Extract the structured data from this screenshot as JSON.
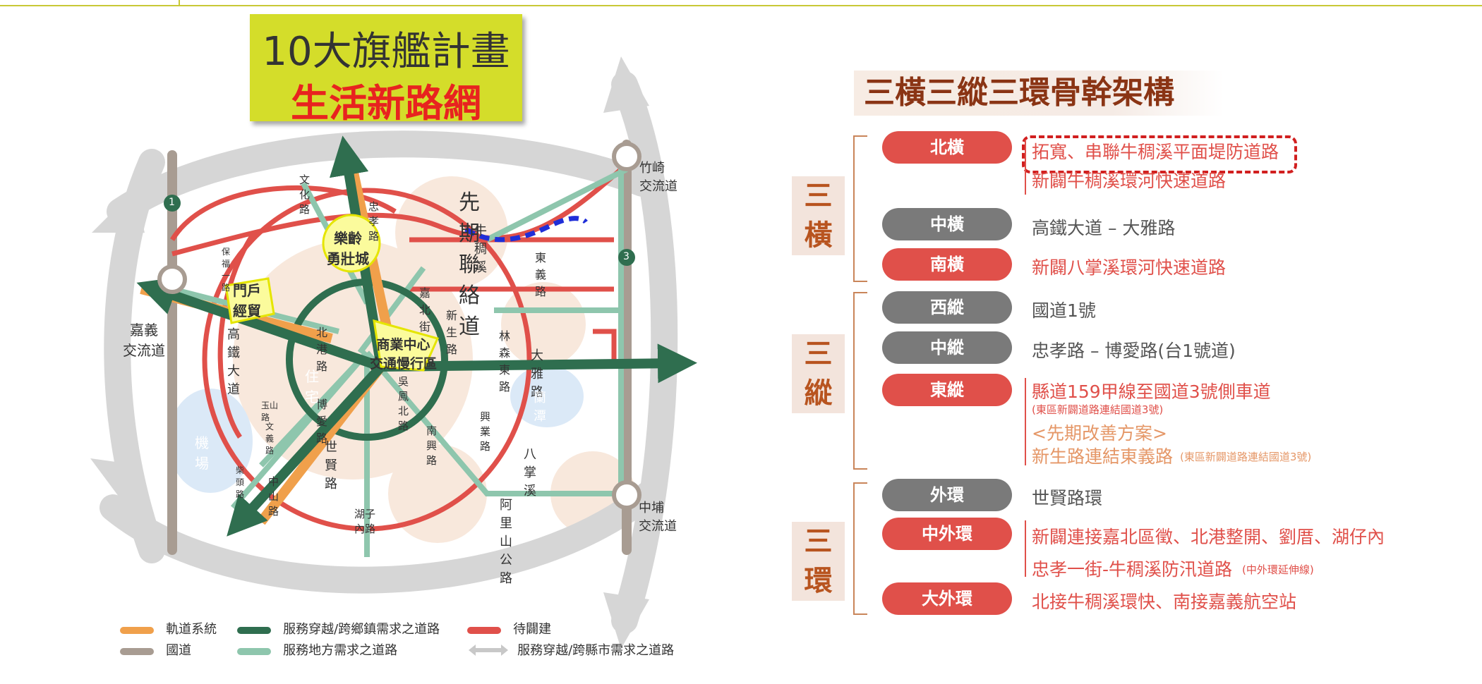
{
  "left_title": {
    "line1": "10大旗艦計畫",
    "line2": "生活新路網"
  },
  "map_labels": {
    "early_road": "先期聯絡道",
    "niuchou_creek": "牛稠溪",
    "zhuqi_ic": "竹崎\n交流道",
    "chiayi_ic": "嘉義\n交流道",
    "zhongpu_ic": "中埔\n交流道",
    "hw1": "1",
    "hw3": "3",
    "elderly_city": "樂齡\n勇壯城",
    "gateway": "門戶\n經貿",
    "commercial": "商業中心\n交通慢行區",
    "hsr_avenue": "高鐵大道",
    "beigang_rd": "北港路",
    "dayar_rd": "大雅路",
    "linsen_east_rd": "林森東路",
    "dongyi_rd": "東義路",
    "jiabei_st": "嘉北街",
    "xinsheng_rd": "新生路",
    "wenhua_rd": "文化路",
    "zhongxiao_rd": "忠孝路",
    "bohai_rd": "博愛路",
    "shimao_rd": "世賢路",
    "wufeng_n_rd": "吳鳳北路",
    "nanjing_rd": "南興路",
    "xingye_rd": "興業路",
    "zhongshan_rd": "中山路",
    "huzi_rd": "湖子\n內路",
    "alishan_rd": "阿里山公路",
    "bazhang_creek": "八掌溪",
    "lanbei": "蘭潭",
    "airport": "機場",
    "residential": "住宅",
    "baofu_rd": "保\n福\n一\n路",
    "wushan_rd": "玉山\n路",
    "wenhua2": "文\n義\n路",
    "chaishan": "柴頭路"
  },
  "legend": [
    {
      "label": "軌道系統",
      "color": "#f0a04b",
      "kind": "line"
    },
    {
      "label": "服務穿越/跨鄉鎮需求之道路",
      "color": "#2f6e4f",
      "kind": "line"
    },
    {
      "label": "待闢建",
      "color": "#e0504a",
      "kind": "line"
    },
    {
      "label": "國道",
      "color": "#a89c92",
      "kind": "line"
    },
    {
      "label": "服務地方需求之道路",
      "color": "#8ec6ad",
      "kind": "line"
    },
    {
      "label": "服務穿越/跨縣市需求之道路",
      "color": "#c8c8c8",
      "kind": "arrow"
    }
  ],
  "right_title": "三橫三縱三環骨幹架構",
  "groups": [
    {
      "label": "三\n橫"
    },
    {
      "label": "三\n縱"
    },
    {
      "label": "三\n環"
    }
  ],
  "rows": [
    {
      "pill": "北橫",
      "style": "red",
      "lines": [
        "拓寬、串聯牛稠溪平面堤防道路",
        "新闢牛稠溪環河快速道路"
      ]
    },
    {
      "pill": "中橫",
      "style": "gray",
      "lines": [
        "高鐵大道 – 大雅路"
      ]
    },
    {
      "pill": "南橫",
      "style": "red",
      "lines": [
        "新闢八掌溪環河快速道路"
      ]
    },
    {
      "pill": "西縱",
      "style": "gray",
      "lines": [
        "國道1號"
      ]
    },
    {
      "pill": "中縱",
      "style": "gray",
      "lines": [
        "忠孝路 – 博愛路(台1號道)"
      ]
    },
    {
      "pill": "東縱",
      "style": "red",
      "lines": [
        "縣道159甲線至國道3號側車道",
        "(東區新闢道路連結國道3號)",
        "<先期改善方案>",
        "新生路連結東義路",
        "(東區新闢道路連結國道3號)"
      ]
    },
    {
      "pill": "外環",
      "style": "gray",
      "lines": [
        "世賢路環"
      ]
    },
    {
      "pill": "中外環",
      "style": "red",
      "lines": [
        "新闢連接嘉北區徵、北港整開、劉厝、湖仔內",
        "忠孝一街-牛稠溪防汛道路",
        "(中外環延伸線)"
      ]
    },
    {
      "pill": "大外環",
      "style": "red",
      "lines": [
        "北接牛稠溪環快、南接嘉義航空站"
      ]
    }
  ],
  "colors": {
    "accent_red": "#e0504a",
    "pill_gray": "#7a7a7a",
    "title_yellow": "#d4dd2a",
    "title_brown": "#8a3414"
  }
}
